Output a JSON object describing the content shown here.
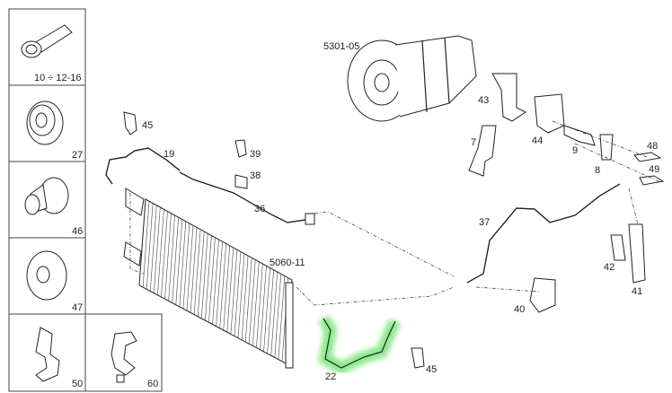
{
  "legend_boxes": [
    {
      "label": "10 ÷ 12-16",
      "part": "bolt"
    },
    {
      "label": "27",
      "part": "flange-nut"
    },
    {
      "label": "46",
      "part": "bushing"
    },
    {
      "label": "47",
      "part": "washer"
    },
    {
      "label": "50",
      "part": "clip"
    },
    {
      "label": "60",
      "part": "clip"
    }
  ],
  "callouts": {
    "c45a": "45",
    "c19": "19",
    "c39": "39",
    "c38a": "38",
    "c36": "36",
    "c5060": "5060-11",
    "c5301": "5301-05",
    "c43": "43",
    "c7": "7",
    "c44": "44",
    "c9": "9",
    "c8": "8",
    "c48": "48",
    "c49": "49",
    "c37": "37",
    "c42": "42",
    "c41": "41",
    "c40": "40",
    "c22": "22",
    "c45b": "45"
  },
  "highlight_color": "#5fe05f"
}
